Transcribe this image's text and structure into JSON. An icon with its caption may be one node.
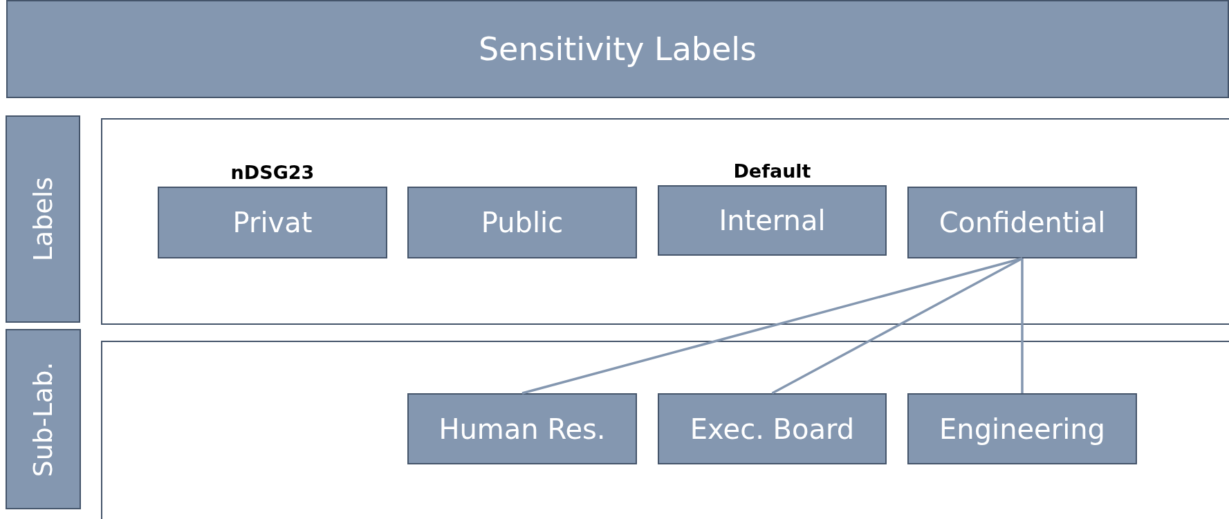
{
  "diagram": {
    "nodes": [
      {
        "text": [
          "Sensitivity Labels"
        ]
      },
      {
        "text": [
          "Labels"
        ]
      },
      {
        "text": [],
        "shape": "box"
      },
      {
        "text": [
          "nDSG23",
          "Privat"
        ],
        "in": 2
      },
      {
        "text": [
          "Public"
        ],
        "in": 2
      },
      {
        "text": [
          "Default",
          "Internal"
        ],
        "in": 2
      },
      {
        "text": [
          "Confidential"
        ],
        "in": 2
      },
      {
        "text": [
          "Sub-Lab."
        ]
      },
      {
        "text": [],
        "shape": "box"
      },
      {
        "text": [
          "Human Res."
        ],
        "in": 8
      },
      {
        "text": [
          "Exec. Board"
        ],
        "in": 8
      },
      {
        "text": [
          "Engineering"
        ],
        "in": 8
      }
    ],
    "edges": [
      {
        "from": 6,
        "to": 9,
        "arrow": "none"
      },
      {
        "from": 6,
        "to": 10,
        "arrow": "none"
      },
      {
        "from": 6,
        "to": 11,
        "arrow": "none"
      }
    ]
  }
}
